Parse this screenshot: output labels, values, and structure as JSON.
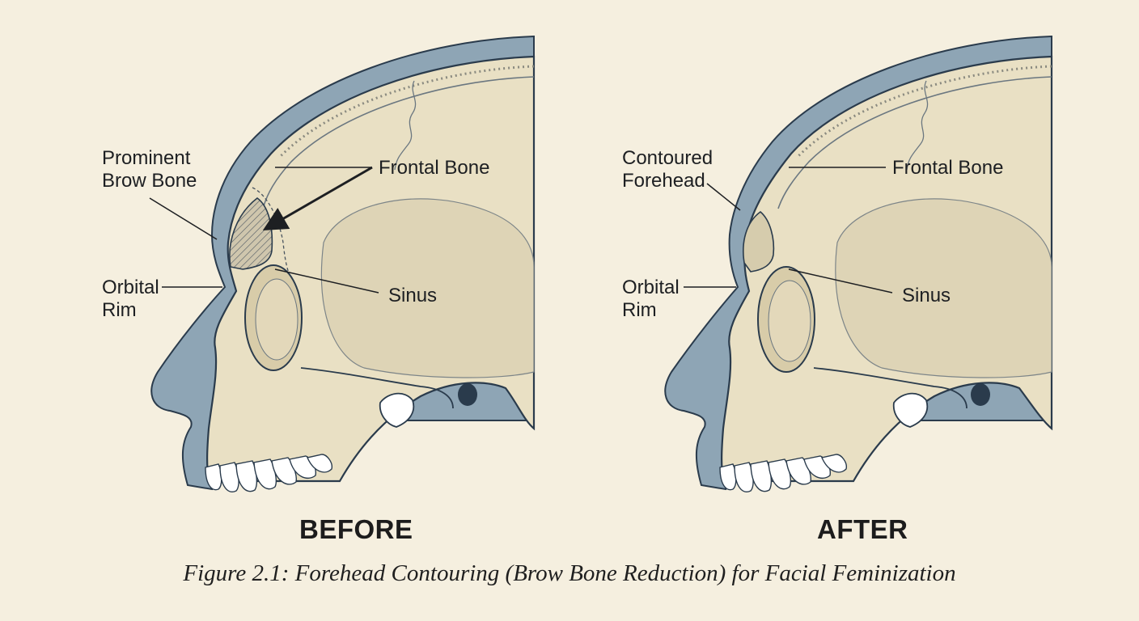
{
  "before": {
    "title": "BEFORE",
    "labels": {
      "brow": "Prominent\nBrow Bone",
      "frontal": "Frontal Bone",
      "orbital": "Orbital\nRim",
      "sinus": "Sinus"
    }
  },
  "after": {
    "title": "AFTER",
    "labels": {
      "forehead": "Contoured\nForehead",
      "frontal": "Frontal Bone",
      "orbital": "Orbital\nRim",
      "sinus": "Sinus"
    }
  },
  "caption": "Figure 2.1: Forehead Contouring (Brow Bone Reduction) for Facial Feminization",
  "colors": {
    "paper": "#f5efdf",
    "bone": "#e9e0c4",
    "bone_shadow": "#d8cca9",
    "soft_tissue": "#8ea5b5",
    "outline": "#2a3b4c"
  }
}
